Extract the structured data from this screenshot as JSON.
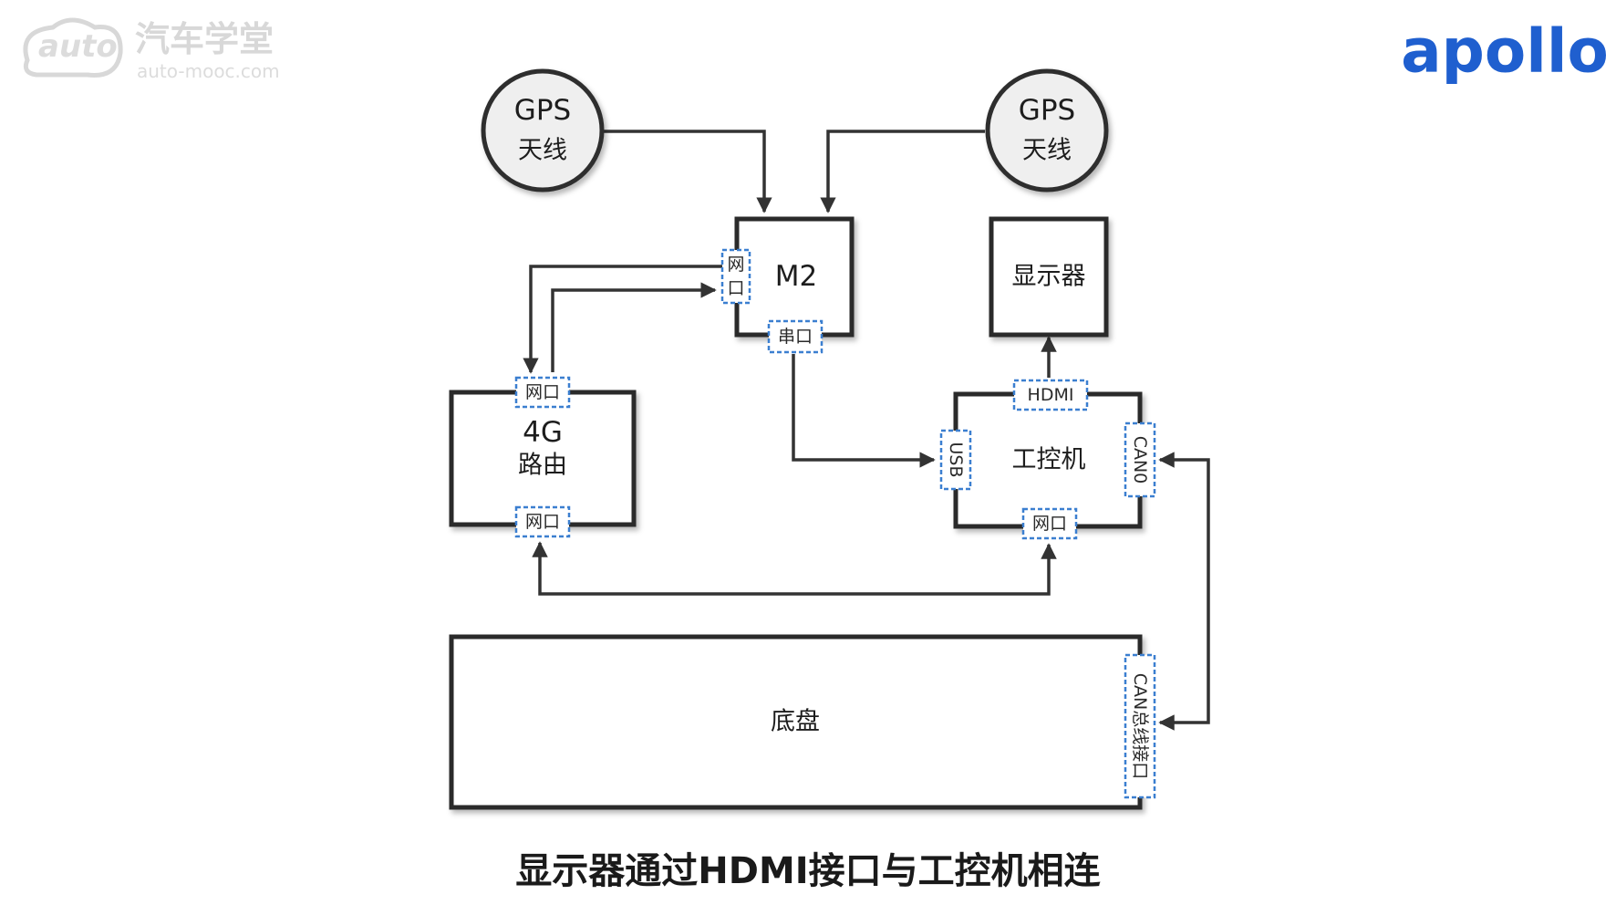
{
  "watermark": {
    "chinese": "汽车学堂",
    "site": "auto-mooc.com"
  },
  "brand_logo": "apollo",
  "diagram": {
    "gps_left": {
      "line1": "GPS",
      "line2": "天线"
    },
    "gps_right": {
      "line1": "GPS",
      "line2": "天线"
    },
    "m2": {
      "title": "M2",
      "port_network": "网口",
      "port_serial": "串口"
    },
    "display": {
      "title": "显示器"
    },
    "router": {
      "line1": "4G",
      "line2": "路由",
      "port_top": "网口",
      "port_bottom": "网口"
    },
    "ipc": {
      "title": "工控机",
      "port_hdmi": "HDMI",
      "port_usb": "USB",
      "port_can": "CAN0",
      "port_network": "网口"
    },
    "chassis": {
      "title": "底盘",
      "port_can_bus": "CAN总线接口"
    }
  },
  "subtitle": "显示器通过HDMI接口与工控机相连",
  "colors": {
    "port_border": "#3b7fd0",
    "brand": "#1f5fcf",
    "line": "#333333"
  }
}
